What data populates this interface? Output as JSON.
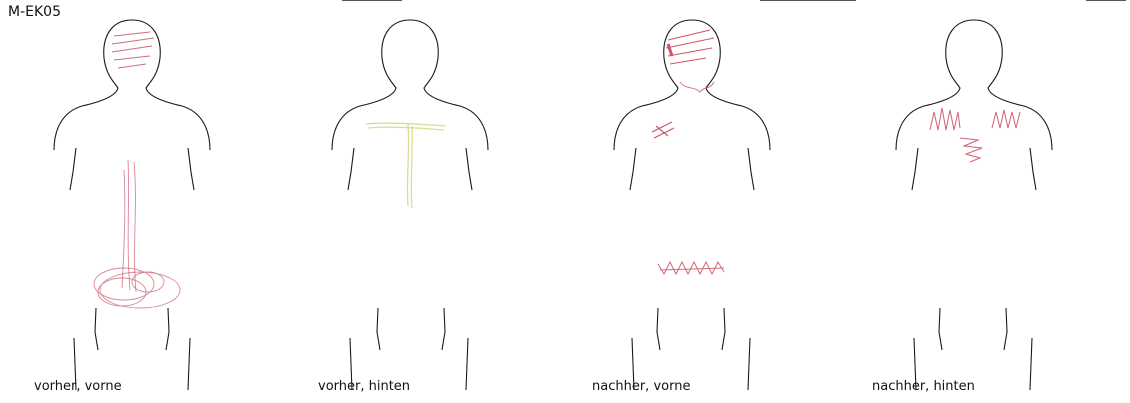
{
  "sheet_id": "M-EK05",
  "panels": [
    {
      "caption": "vorher, vorne"
    },
    {
      "caption": "vorher, hinten"
    },
    {
      "caption": "nachher, vorne"
    },
    {
      "caption": "nachher, hinten"
    }
  ],
  "colors": {
    "outline": "#1a1a1a",
    "marking_red": "#c0394f",
    "marking_yellow": "#d9d98a",
    "background": "#ffffff"
  }
}
